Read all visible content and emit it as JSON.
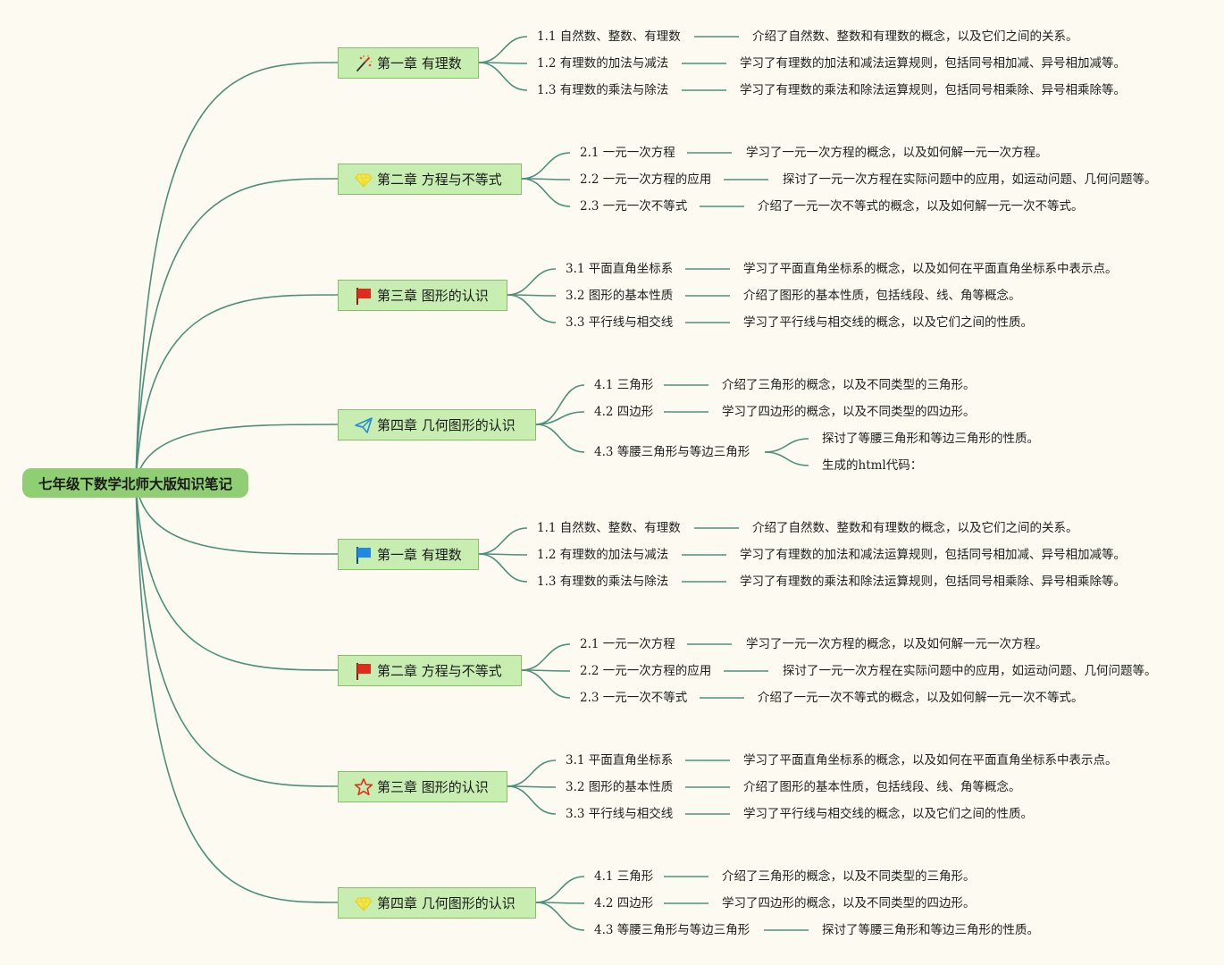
{
  "root": {
    "title": "七年级下数学北师大版知识笔记"
  },
  "chapters": [
    {
      "label": "第一章 有理数",
      "icon": "magic-wand-icon",
      "sections": [
        {
          "label": "1.1 自然数、整数、有理数",
          "notes": [
            "介绍了自然数、整数和有理数的概念，以及它们之间的关系。"
          ]
        },
        {
          "label": "1.2 有理数的加法与减法",
          "notes": [
            "学习了有理数的加法和减法运算规则，包括同号相加减、异号相加减等。"
          ]
        },
        {
          "label": "1.3 有理数的乘法与除法",
          "notes": [
            "学习了有理数的乘法和除法运算规则，包括同号相乘除、异号相乘除等。"
          ]
        }
      ]
    },
    {
      "label": "第二章 方程与不等式",
      "icon": "yellow-diamond-icon",
      "sections": [
        {
          "label": "2.1 一元一次方程",
          "notes": [
            "学习了一元一次方程的概念，以及如何解一元一次方程。"
          ]
        },
        {
          "label": "2.2 一元一次方程的应用",
          "notes": [
            "探讨了一元一次方程在实际问题中的应用，如运动问题、几何问题等。"
          ]
        },
        {
          "label": "2.3 一元一次不等式",
          "notes": [
            "介绍了一元一次不等式的概念，以及如何解一元一次不等式。"
          ]
        }
      ]
    },
    {
      "label": "第三章 图形的认识",
      "icon": "red-flag-icon",
      "sections": [
        {
          "label": "3.1 平面直角坐标系",
          "notes": [
            "学习了平面直角坐标系的概念，以及如何在平面直角坐标系中表示点。"
          ]
        },
        {
          "label": "3.2 图形的基本性质",
          "notes": [
            "介绍了图形的基本性质，包括线段、线、角等概念。"
          ]
        },
        {
          "label": "3.3 平行线与相交线",
          "notes": [
            "学习了平行线与相交线的概念，以及它们之间的性质。"
          ]
        }
      ]
    },
    {
      "label": "第四章 几何图形的认识",
      "icon": "paper-plane-icon",
      "sections": [
        {
          "label": "4.1 三角形",
          "notes": [
            "介绍了三角形的概念，以及不同类型的三角形。"
          ]
        },
        {
          "label": "4.2 四边形",
          "notes": [
            "学习了四边形的概念，以及不同类型的四边形。"
          ]
        },
        {
          "label": "4.3 等腰三角形与等边三角形",
          "notes": [
            "探讨了等腰三角形和等边三角形的性质。",
            "生成的html代码："
          ]
        }
      ]
    },
    {
      "label": "第一章 有理数",
      "icon": "blue-flag-icon",
      "sections": [
        {
          "label": "1.1 自然数、整数、有理数",
          "notes": [
            "介绍了自然数、整数和有理数的概念，以及它们之间的关系。"
          ]
        },
        {
          "label": "1.2 有理数的加法与减法",
          "notes": [
            "学习了有理数的加法和减法运算规则，包括同号相加减、异号相加减等。"
          ]
        },
        {
          "label": "1.3 有理数的乘法与除法",
          "notes": [
            "学习了有理数的乘法和除法运算规则，包括同号相乘除、异号相乘除等。"
          ]
        }
      ]
    },
    {
      "label": "第二章 方程与不等式",
      "icon": "red-flag-icon",
      "sections": [
        {
          "label": "2.1 一元一次方程",
          "notes": [
            "学习了一元一次方程的概念，以及如何解一元一次方程。"
          ]
        },
        {
          "label": "2.2 一元一次方程的应用",
          "notes": [
            "探讨了一元一次方程在实际问题中的应用，如运动问题、几何问题等。"
          ]
        },
        {
          "label": "2.3 一元一次不等式",
          "notes": [
            "介绍了一元一次不等式的概念，以及如何解一元一次不等式。"
          ]
        }
      ]
    },
    {
      "label": "第三章 图形的认识",
      "icon": "star-outline-icon",
      "sections": [
        {
          "label": "3.1 平面直角坐标系",
          "notes": [
            "学习了平面直角坐标系的概念，以及如何在平面直角坐标系中表示点。"
          ]
        },
        {
          "label": "3.2 图形的基本性质",
          "notes": [
            "介绍了图形的基本性质，包括线段、线、角等概念。"
          ]
        },
        {
          "label": "3.3 平行线与相交线",
          "notes": [
            "学习了平行线与相交线的概念，以及它们之间的性质。"
          ]
        }
      ]
    },
    {
      "label": "第四章 几何图形的认识",
      "icon": "yellow-diamond-icon",
      "sections": [
        {
          "label": "4.1 三角形",
          "notes": [
            "介绍了三角形的概念，以及不同类型的三角形。"
          ]
        },
        {
          "label": "4.2 四边形",
          "notes": [
            "学习了四边形的概念，以及不同类型的四边形。"
          ]
        },
        {
          "label": "4.3 等腰三角形与等边三角形",
          "notes": [
            "探讨了等腰三角形和等边三角形的性质。"
          ]
        }
      ]
    }
  ],
  "colors": {
    "background": "#fcfaf1",
    "root_fill": "#8fce72",
    "chapter_fill": "#c7eeb0",
    "chapter_border": "#86c06b",
    "connector": "#4e8f7c"
  }
}
